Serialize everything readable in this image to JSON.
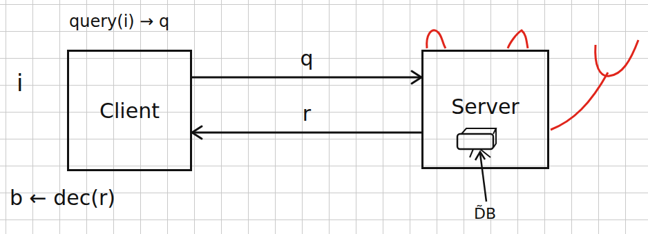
{
  "diagram": {
    "nodes": [
      {
        "text": [
          "Client"
        ]
      },
      {
        "text": [
          "Server"
        ]
      }
    ],
    "edges": [
      {
        "from": 0,
        "to": 1,
        "arrow": "to",
        "label": "q"
      },
      {
        "from": 1,
        "to": 0,
        "arrow": "to",
        "label": "r"
      }
    ],
    "labels": [
      "i",
      "query(i) → q",
      "b ← dec(r)",
      "D̃B"
    ]
  }
}
